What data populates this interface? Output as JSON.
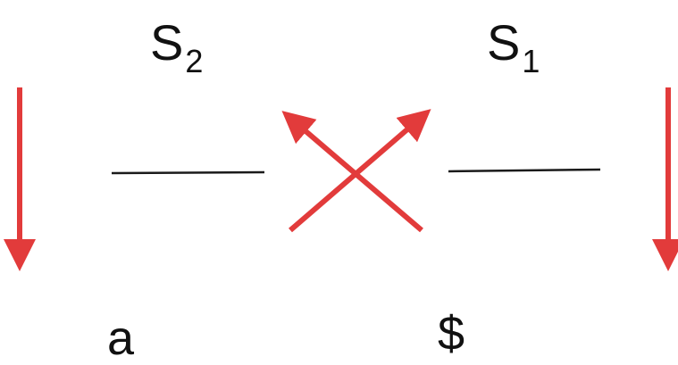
{
  "labels": {
    "s2": {
      "letter": "S",
      "subscript": "2"
    },
    "s1": {
      "letter": "S",
      "subscript": "1"
    },
    "left_symbol": "a",
    "right_symbol": "$"
  },
  "colors": {
    "arrow": "#e23b3b",
    "line": "#1a1a1a",
    "text": "#111111",
    "background": "#ffffff"
  }
}
